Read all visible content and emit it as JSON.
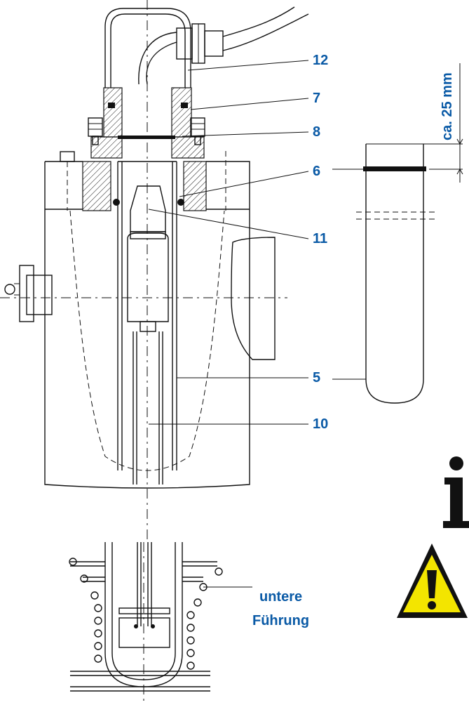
{
  "labels": {
    "part_12": "12",
    "part_7": "7",
    "part_8": "8",
    "part_6": "6",
    "part_11": "11",
    "part_5": "5",
    "part_10": "10",
    "dimension": "ca. 25 mm",
    "lower_guide_line1": "untere",
    "lower_guide_line2": "Führung"
  },
  "icons": {
    "info": "info-icon",
    "warning": "warning-triangle-icon"
  },
  "colors": {
    "label_blue": "#0a5aa6",
    "warning_yellow": "#f3e500",
    "line": "#111111"
  }
}
